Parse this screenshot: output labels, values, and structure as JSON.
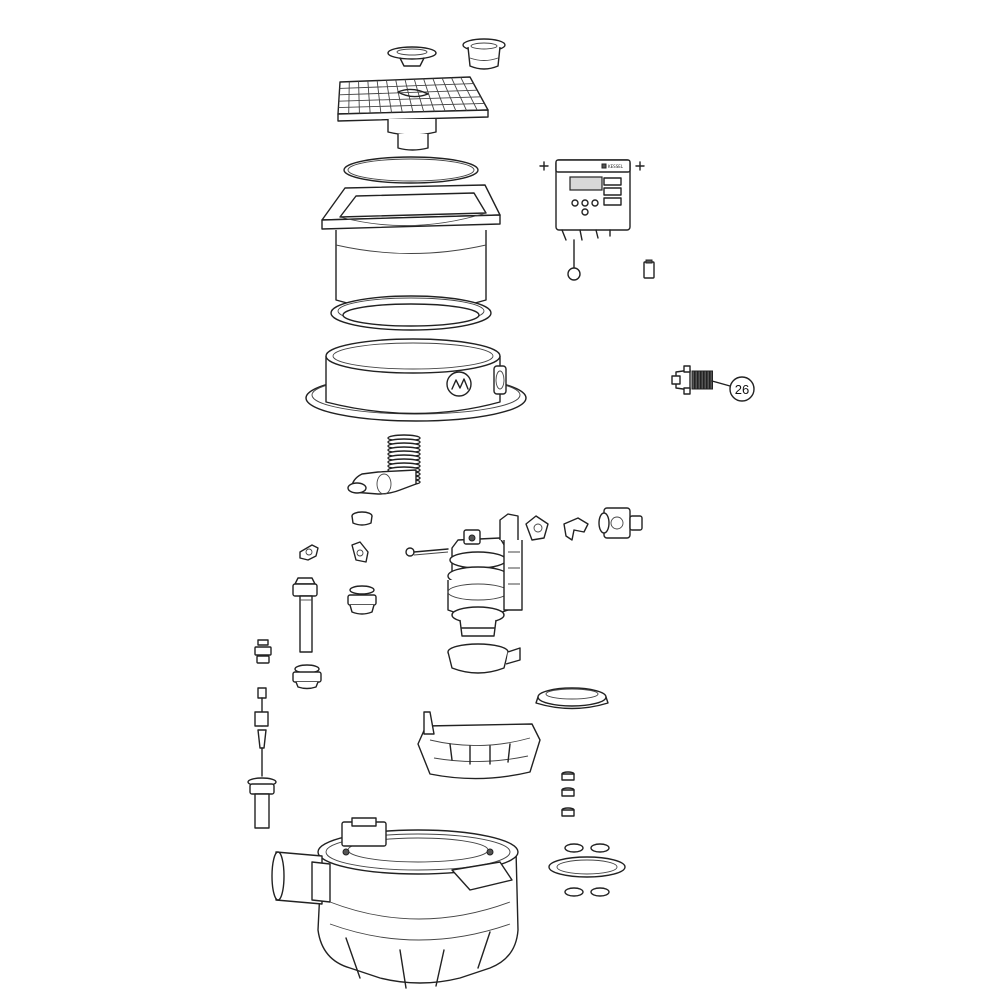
{
  "diagram": {
    "callouts": [
      {
        "id": "callout-26",
        "number": "26"
      }
    ],
    "controller": {
      "brand": "KESSEL"
    }
  }
}
